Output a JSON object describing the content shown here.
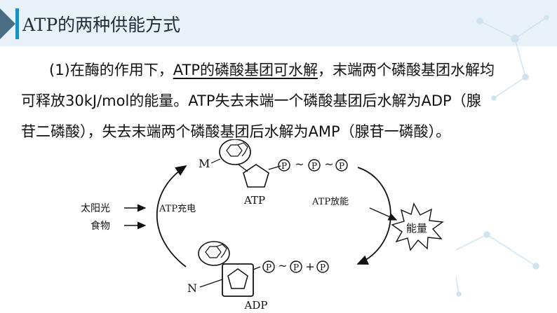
{
  "header": {
    "title": "ATP的两种供能方式"
  },
  "paragraph": {
    "line1_prefix": "(1)在酶的作用下，",
    "line1_underlined": "ATP的磷酸基团可水解",
    "line1_suffix": "，末端两个磷酸基团水解均",
    "line2": "可释放30kJ/mol的能量。ATP失去末端一个磷酸基团后水解为ADP（腺",
    "line3": "苷二磷酸），失去末端两个磷酸基团后水解为AMP（腺苷一磷酸）。"
  },
  "diagram": {
    "label_m": "M",
    "label_n": "N",
    "label_atp": "ATP",
    "label_adp": "ADP",
    "label_charge": "ATP充电",
    "label_release": "ATP放能",
    "label_sunlight": "太阳光",
    "label_food": "食物",
    "label_energy": "能量",
    "phosphate": "P",
    "tilde": "~",
    "plus": "+"
  }
}
